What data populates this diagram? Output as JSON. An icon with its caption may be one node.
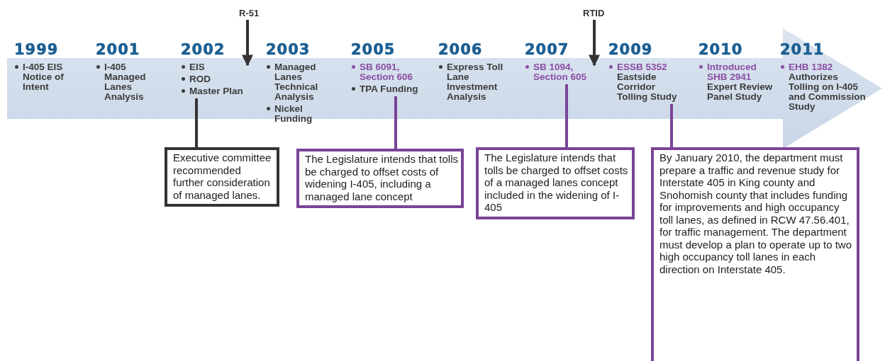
{
  "diagram": {
    "nodes": [
      {
        "text": [
          "R-51"
        ]
      },
      {
        "text": [
          "RTID"
        ]
      },
      {
        "text": [],
        "shape": "arrow"
      },
      {
        "text": [
          "1999",
          "I-405 EIS Notice of Intent"
        ],
        "in": 2
      },
      {
        "text": [
          "2001",
          "I-405 Managed Lanes Analysis"
        ],
        "in": 2
      },
      {
        "text": [
          "2002",
          "EIS",
          "ROD",
          "Master Plan"
        ],
        "in": 2
      },
      {
        "text": [
          "2003",
          "Managed Lanes Technical Analysis",
          "Nickel Funding"
        ],
        "in": 2
      },
      {
        "text": [
          "2005",
          "SB 6091, Section 606",
          "TPA Funding"
        ],
        "in": 2
      },
      {
        "text": [
          "2006",
          "Express Toll Lane Investment Analysis"
        ],
        "in": 2
      },
      {
        "text": [
          "2007",
          "SB 1094, Section 605"
        ],
        "in": 2
      },
      {
        "text": [
          "2009",
          "ESSB 5352",
          "Eastside Corridor Tolling Study"
        ],
        "in": 2
      },
      {
        "text": [
          "2010",
          "Introduced SHB 2941",
          "Expert Review Panel Study"
        ],
        "in": 2
      },
      {
        "text": [
          "2011",
          "EHB 1382",
          "Authorizes Tolling on I-405 and Commission Study"
        ],
        "in": 2
      },
      {
        "text": [
          "Executive committee recommended further consideration of managed lanes."
        ]
      },
      {
        "text": [
          "The Legislature intends that tolls be charged to offset costs of widening I-405, including a managed lane concept"
        ]
      },
      {
        "text": [
          "The Legislature intends that tolls be charged to offset costs of a managed lanes concept included in the widening of I-405"
        ]
      },
      {
        "text": [
          "By January 2010, the department must prepare a traffic and revenue study for Interstate 405 in King county and Snohomish county that includes funding for improvements and high occupancy toll lanes, as defined in RCW 47.56.401, for traffic management. The department must develop a plan to operate up to two high occupancy toll lanes in each direction on Interstate 405."
        ]
      }
    ],
    "edges": [
      {
        "from": 0,
        "to": 2,
        "arrow": "to",
        "color": "#333333"
      },
      {
        "from": 1,
        "to": 2,
        "arrow": "to",
        "color": "#333333"
      },
      {
        "from": 5,
        "to": 13,
        "arrow": "none",
        "color": "#333333"
      },
      {
        "from": 7,
        "to": 14,
        "arrow": "none",
        "color": "#7b4397"
      },
      {
        "from": 9,
        "to": 15,
        "arrow": "none",
        "color": "#7b4397"
      },
      {
        "from": 10,
        "to": 16,
        "arrow": "none",
        "color": "#7b4397"
      }
    ]
  }
}
